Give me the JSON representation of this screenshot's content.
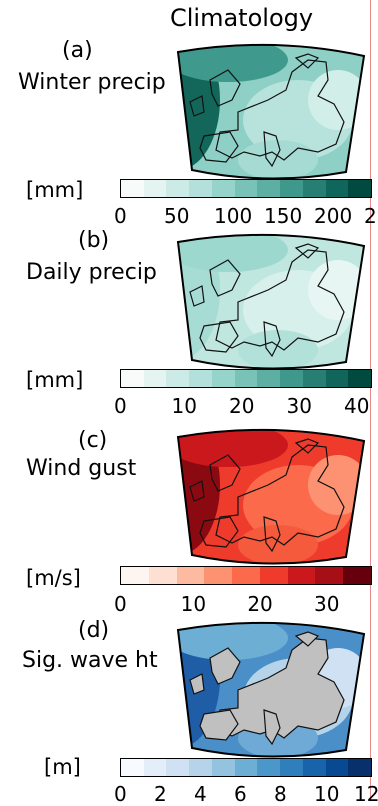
{
  "title": "Climatology",
  "panels": [
    {
      "id": "a",
      "label": "(a)",
      "name": "Winter precip",
      "unit": "[mm]",
      "ticks": [
        "0",
        "50",
        "100",
        "150",
        "200",
        "2"
      ],
      "colors": [
        "#f7fcfb",
        "#e3f4f1",
        "#cdebe6",
        "#b3e0da",
        "#96d3cb",
        "#79c2b8",
        "#5daea3",
        "#3f988c",
        "#267f72",
        "#10665a",
        "#014a3f"
      ],
      "map_colors": {
        "base": "#8ed0c6",
        "north": "#3f9a8d",
        "west": "#12665a",
        "mid": "#b7e3dc",
        "light": "#d2eee9",
        "med": "#a6dbd3"
      }
    },
    {
      "id": "b",
      "label": "(b)",
      "name": "Daily precip",
      "unit": "[mm]",
      "ticks": [
        "0",
        "10",
        "20",
        "30",
        "40"
      ],
      "colors": [
        "#f7fcfb",
        "#e3f4f1",
        "#cdebe6",
        "#b3e0da",
        "#96d3cb",
        "#79c2b8",
        "#5daea3",
        "#3f988c",
        "#267f72",
        "#10665a",
        "#014a3f"
      ],
      "map_colors": {
        "base": "#bfe6df",
        "north": "#9dd8cf",
        "west": "#a6dcd4",
        "mid": "#d8f0ec",
        "light": "#e8f6f3",
        "med": "#b2e1da"
      }
    },
    {
      "id": "c",
      "label": "(c)",
      "name": "Wind gust",
      "unit": "[m/s]",
      "ticks": [
        "0",
        "10",
        "20",
        "30"
      ],
      "colors": [
        "#fff5f0",
        "#fee0d2",
        "#fcbba1",
        "#fc9272",
        "#fb6a4a",
        "#ef3b2c",
        "#cb181d",
        "#a50f15",
        "#67000d"
      ],
      "map_colors": {
        "base": "#ef3b2c",
        "north": "#cb181d",
        "west": "#8b0a12",
        "mid": "#fb6a4a",
        "light": "#fc9272",
        "med": "#f55a3d"
      }
    },
    {
      "id": "d",
      "label": "(d)",
      "name": "Sig. wave ht",
      "unit": "[m]",
      "ticks": [
        "0",
        "2",
        "4",
        "6",
        "8",
        "10",
        "12"
      ],
      "colors": [
        "#f7fbff",
        "#e3eef9",
        "#cfe1f2",
        "#b5d4e9",
        "#93c3df",
        "#6daed5",
        "#4b97c9",
        "#2f7fbc",
        "#1764ab",
        "#084a91",
        "#08306b"
      ],
      "map_colors": {
        "base": "#4a8fc7",
        "north": "#6daed5",
        "west": "#1f5ea6",
        "mid": "#b5d4e9",
        "light": "#cfe1f2",
        "med": "#6fa9d6",
        "land": "#c0c0c0"
      }
    }
  ]
}
